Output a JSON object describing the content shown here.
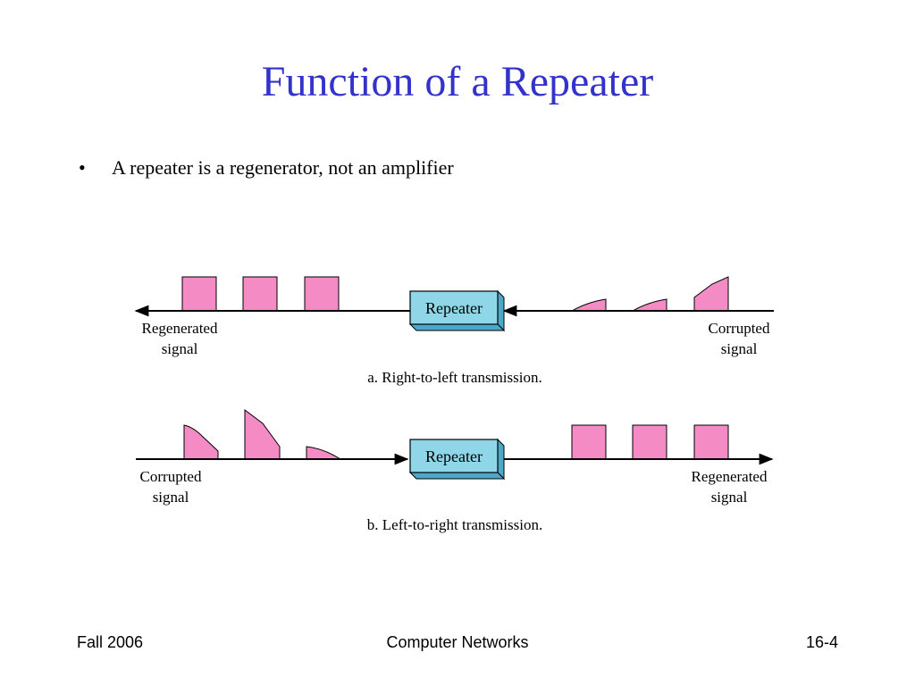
{
  "slide": {
    "title": "Function of a Repeater",
    "bullets": [
      {
        "marker": "•",
        "text": "A repeater is a regenerator, not an amplifier"
      }
    ]
  },
  "diagram": {
    "colors": {
      "pulse": "#f48bc4",
      "box_front": "#8fd6e8",
      "box_side": "#4aa8c8",
      "line": "#000000"
    },
    "panel_a": {
      "box_label": "Repeater",
      "left_label": [
        "Regenerated",
        "signal"
      ],
      "right_label": [
        "Corrupted",
        "signal"
      ],
      "caption": "a. Right-to-left transmission."
    },
    "panel_b": {
      "box_label": "Repeater",
      "left_label": [
        "Corrupted",
        "signal"
      ],
      "right_label": [
        "Regenerated",
        "signal"
      ],
      "caption": "b. Left-to-right transmission."
    }
  },
  "footer": {
    "left": "Fall 2006",
    "center": "Computer Networks",
    "right": "16-4"
  }
}
